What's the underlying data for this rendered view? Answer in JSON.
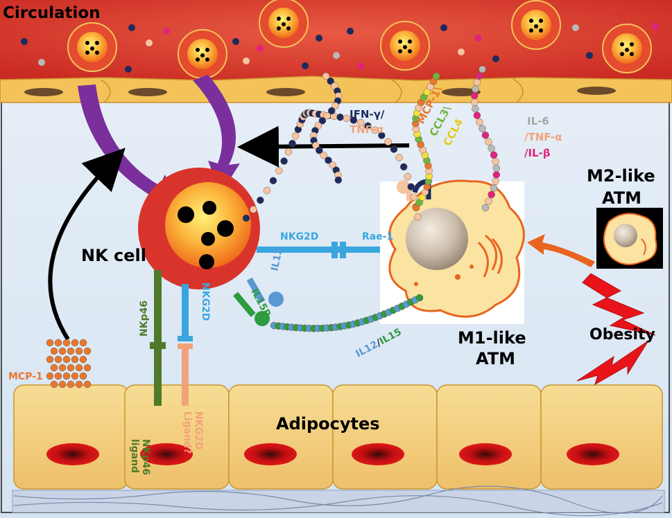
{
  "labels": {
    "circulation": "Circulation",
    "nk_cell": "NK cell",
    "adipocytes": "Adipocytes",
    "m1_line1": "M1-like",
    "m1_line2": "ATM",
    "m2_line1": "M2-like",
    "m2_line2": "ATM",
    "obesity": "Obesity",
    "mcp1_left": "MCP-1",
    "ifn_gamma": "IFN-γ/",
    "tnf_alpha_nk": "TNF-α",
    "mcp1_m1": "MCP-1\\",
    "ccl3": "CCL3\\",
    "ccl4": "CCL4",
    "il6": "IL-6",
    "tnf_alpha_m1": "/TNF-α",
    "il_beta": "/IL-β",
    "nkg2d_horizontal": "NKG2D",
    "rae1": "Rae-1",
    "il12_receptor": "IL12",
    "il15r": "IL15R",
    "nkp46": "NKp46",
    "nkg2d_vertical": "NKG2D",
    "nkp46_ligand_1": "NKp46",
    "nkp46_ligand_2": "ligand",
    "nkg2d_ligand_1": "NKG2D",
    "nkg2d_ligand_2": "Ligand?",
    "il12_bottom": "IL12",
    "slash_bottom": "/",
    "il15_bottom": "IL15"
  },
  "colors": {
    "vessel": "#d83a2e",
    "endothelium": "#f3c35a",
    "tissue": "#dce9f5",
    "adipocyte": "#f3cf7a",
    "nk_cell": "#d9342b",
    "macrophage": "#fbe3a1",
    "purple_arrow": "#7a2f9c",
    "orange_arrow": "#e8641f",
    "ifn_dot": "#1c2a5e",
    "tnf_dot": "#f7c4a2",
    "mcp1_dot": "#e8772e",
    "ccl3_dot": "#6fb43f",
    "ccl4_dot": "#f5e23a",
    "il6_dot": "#b9b9b9",
    "ilbeta_dot": "#e0237e",
    "il12_dot": "#5a98d2",
    "il15_dot": "#2e9b3e",
    "nkg2d": "#3aa6e0",
    "nkp46": "#4f7a2a",
    "ligand_peach": "#f2a27a"
  }
}
